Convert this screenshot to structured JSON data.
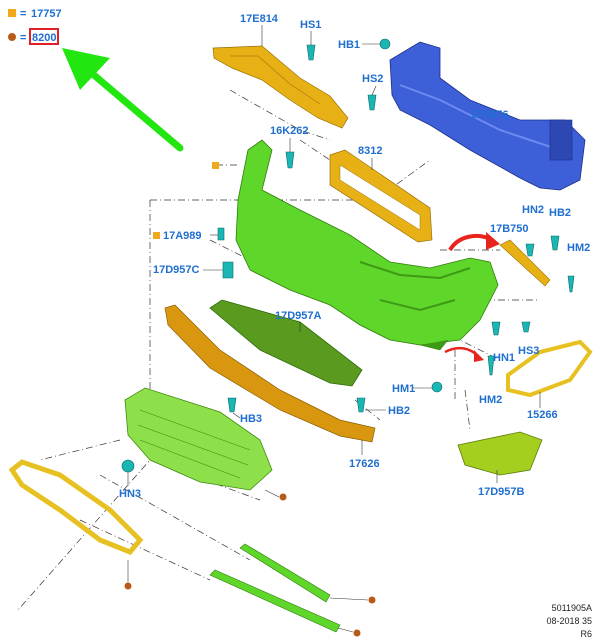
{
  "colors": {
    "label": "#1f6fd0",
    "callout_highlight": "#e01f26",
    "arrow_green": "#22e60f",
    "bumper_green": "#5ed62a",
    "dark_green": "#3e9a14",
    "amber": "#e7b116",
    "orange_strip": "#d9960f",
    "blue_beam": "#3d5fd8",
    "teal_clip": "#19b6b4",
    "legend_square": "#f2a81d",
    "legend_dot": "#b85a16",
    "red_arrow": "#e8251c",
    "line": "#333333"
  },
  "legend": {
    "square_value": "17757",
    "dot_value": "8200",
    "equals": "="
  },
  "labels": {
    "l_17e814": "17E814",
    "l_hs1": "HS1",
    "l_hb1": "HB1",
    "l_hs2": "HS2",
    "l_17k876": "17K876",
    "l_16k262": "16K262",
    "l_8312": "8312",
    "l_17a989": "17A989",
    "l_17b750": "17B750",
    "l_hn2_top": "HN2",
    "l_hb2_top": "HB2",
    "l_hm2_right": "HM2",
    "l_17d957c": "17D957C",
    "l_17d957a": "17D957A",
    "l_hs3": "HS3",
    "l_hn1": "HN1",
    "l_hm1": "HM1",
    "l_hb2_mid": "HB2",
    "l_hm2_mid": "HM2",
    "l_15266": "15266",
    "l_hb3": "HB3",
    "l_17626": "17626",
    "l_hn3": "HN3",
    "l_17d957b": "17D957B"
  },
  "footer": {
    "line1": "5011905A",
    "line2": "08-2018 35",
    "line3": "R6"
  }
}
